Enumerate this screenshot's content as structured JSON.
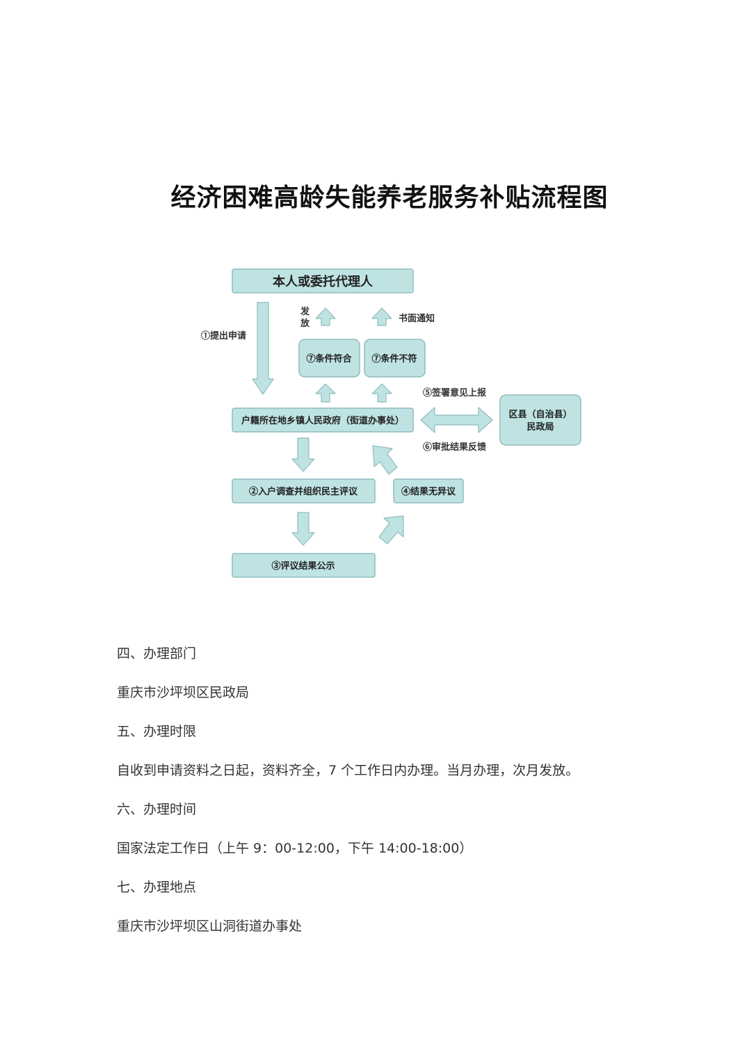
{
  "flowchart": {
    "title": "经济困难高龄失能养老服务补贴流程图",
    "nodes": {
      "applicant": "本人或委托代理人",
      "qualified": "⑦条件符合",
      "unqualified": "⑦条件不符",
      "township": "户籍所在地乡镇人民政府（街道办事处）",
      "district_line1": "区县（自治县）",
      "district_line2": "民政局",
      "survey": "②入户调查并组织民主评议",
      "publicity": "③评议结果公示",
      "no_objection": "④结果无异议"
    },
    "labels": {
      "submit": "①提出申请",
      "issue_line1": "发",
      "issue_line2": "放",
      "written_notice": "书面通知",
      "sign_report": "⑤签署意见上报",
      "feedback": "⑥审批结果反馈"
    },
    "colors": {
      "box_fill": "#bfe3e3",
      "box_stroke": "#8fbcbd"
    }
  },
  "sections": [
    {
      "heading": "四、办理部门",
      "body": "重庆市沙坪坝区民政局"
    },
    {
      "heading": "五、办理时限",
      "body": "自收到申请资料之日起，资料齐全，7 个工作日内办理。当月办理，次月发放。"
    },
    {
      "heading": "六、办理时间",
      "body": "国家法定工作日（上午 9：00-12:00，下午 14:00-18:00）"
    },
    {
      "heading": "七、办理地点",
      "body": "重庆市沙坪坝区山洞街道办事处"
    }
  ]
}
